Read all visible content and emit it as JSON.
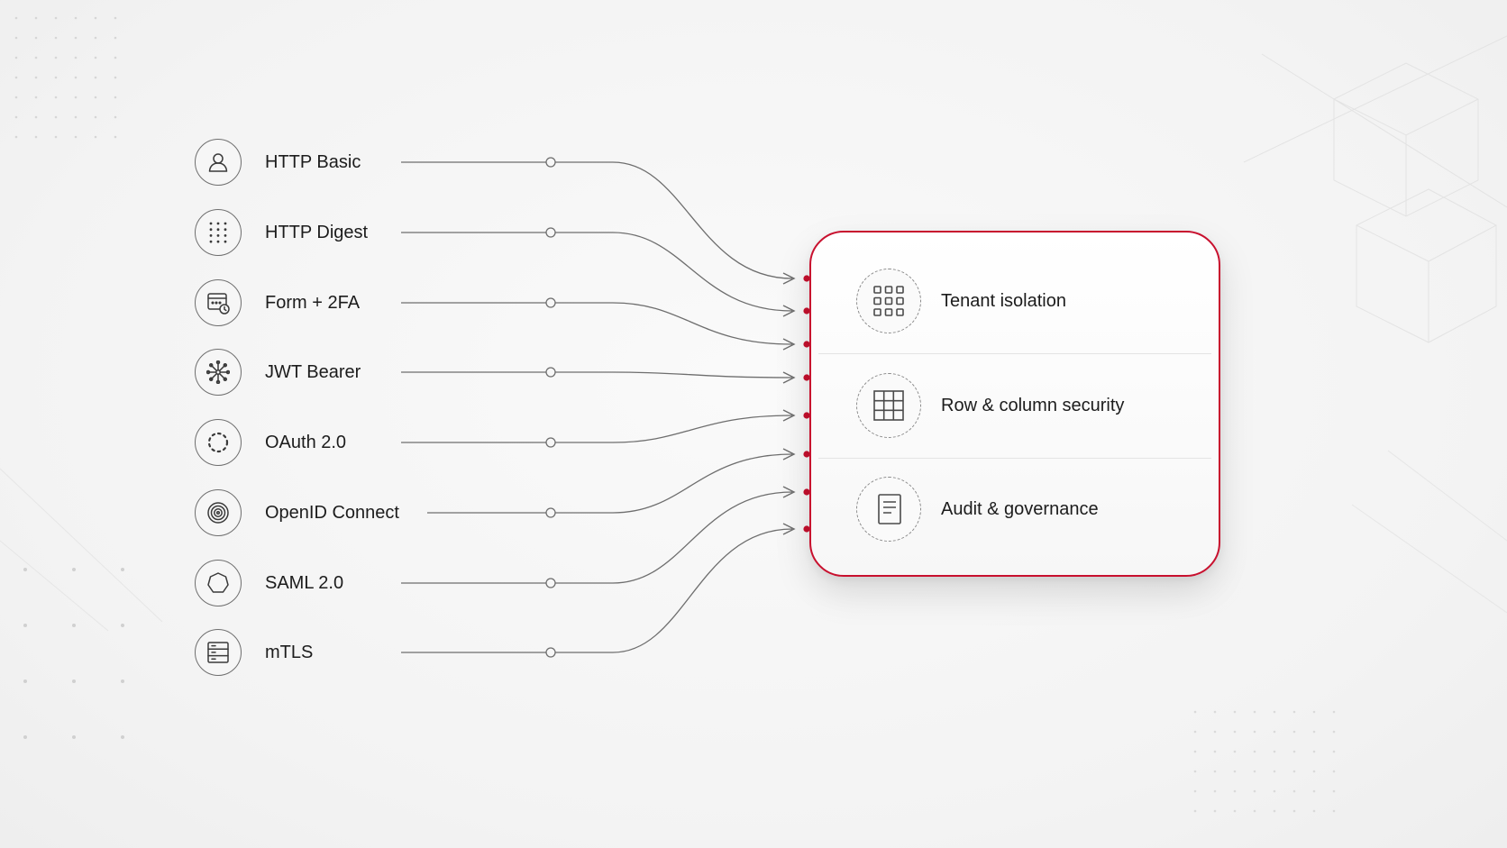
{
  "auth_methods": [
    {
      "label": "HTTP Basic",
      "icon": "user-icon"
    },
    {
      "label": "HTTP Digest",
      "icon": "dot-grid-icon"
    },
    {
      "label": "Form + 2FA",
      "icon": "form-clock-icon"
    },
    {
      "label": "JWT Bearer",
      "icon": "starburst-icon"
    },
    {
      "label": "OAuth 2.0",
      "icon": "dotted-circle-icon"
    },
    {
      "label": "OpenID Connect",
      "icon": "fingerprint-icon"
    },
    {
      "label": "SAML 2.0",
      "icon": "polygon-icon"
    },
    {
      "label": "mTLS",
      "icon": "server-rack-icon"
    }
  ],
  "capabilities": [
    {
      "label": "Tenant isolation",
      "icon": "grid-squares-icon"
    },
    {
      "label": "Row & column security",
      "icon": "table-grid-icon"
    },
    {
      "label": "Audit & governance",
      "icon": "document-icon"
    }
  ],
  "colors": {
    "accent": "#c8102e",
    "line": "#6e6e6e"
  }
}
